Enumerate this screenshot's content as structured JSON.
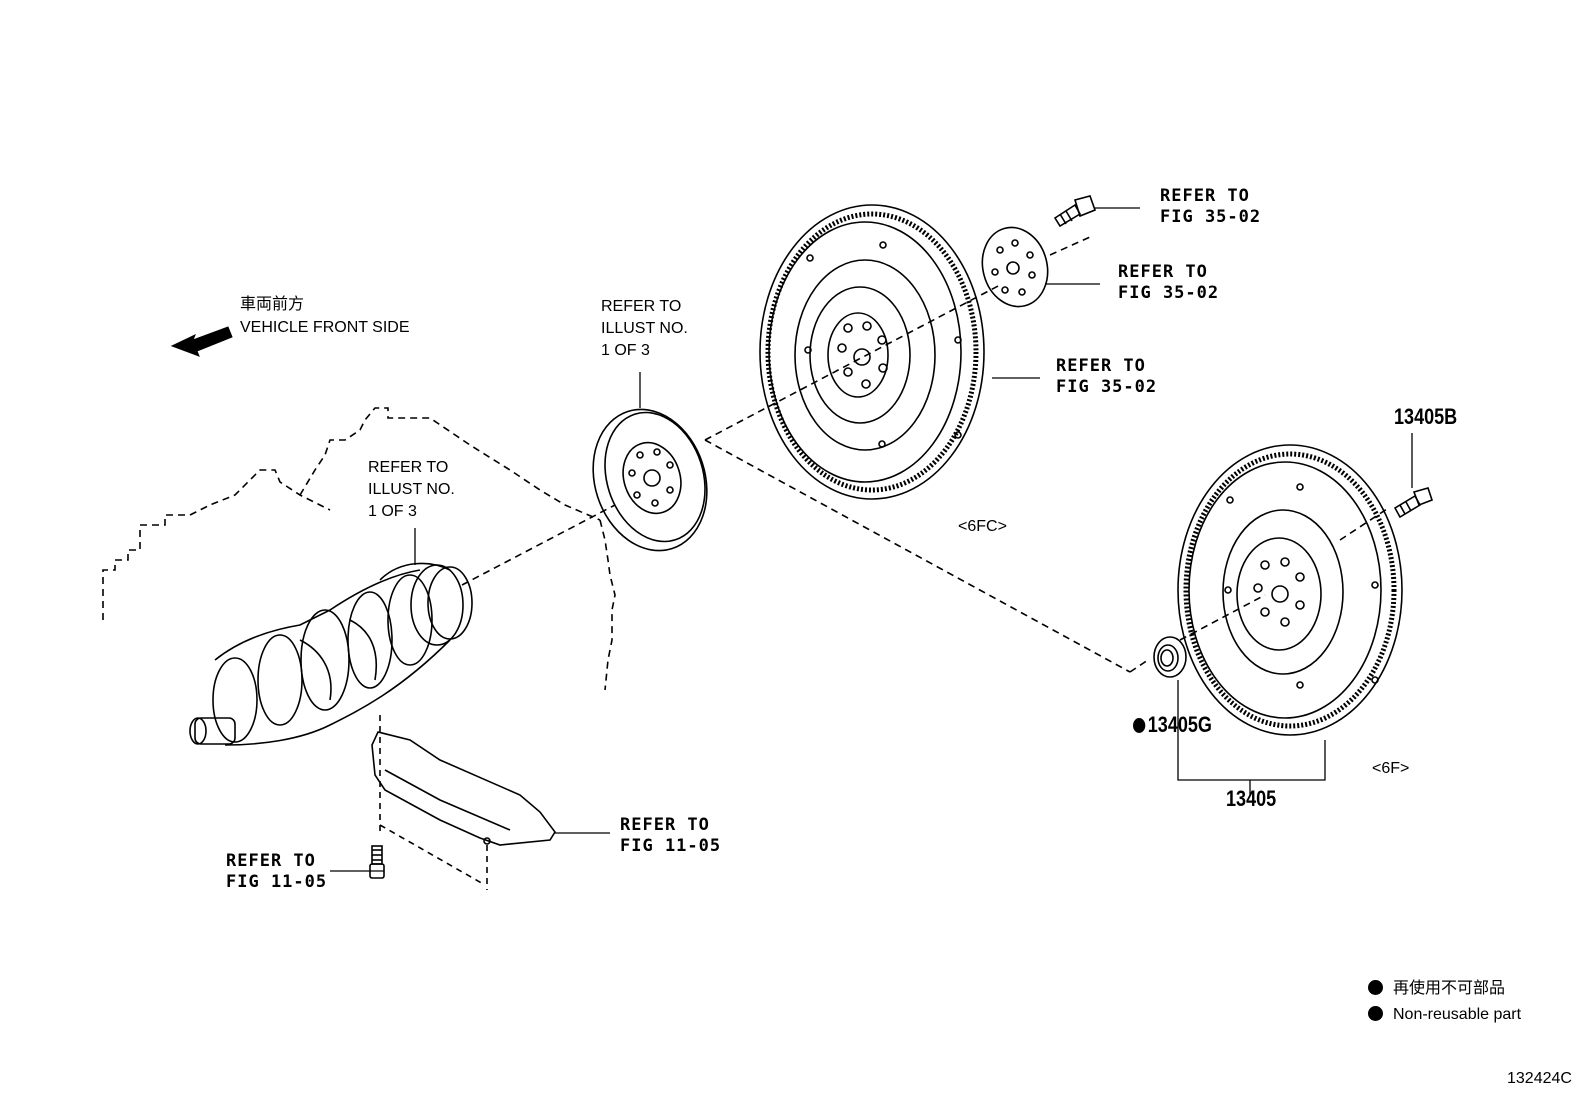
{
  "direction": {
    "jp": "車両前方",
    "en": "VEHICLE FRONT SIDE"
  },
  "callouts": {
    "illust_flexplate": [
      "REFER TO",
      "ILLUST NO.",
      "1 OF 3"
    ],
    "illust_crank": [
      "REFER TO",
      "ILLUST NO.",
      "1 OF 3"
    ],
    "fig_bolt_top": [
      "REFER TO",
      "FIG 35-02"
    ],
    "fig_plate": [
      "REFER TO",
      "FIG 35-02"
    ],
    "fig_driveplate": [
      "REFER TO",
      "FIG 35-02"
    ],
    "fig_cover": [
      "REFER TO",
      "FIG 11-05"
    ],
    "fig_cover_bolt": [
      "REFER TO",
      "FIG 11-05"
    ]
  },
  "variants": {
    "auto": "<6FC>",
    "manual": "<6F>"
  },
  "parts": {
    "bolt": "13405B",
    "bearing": "13405G",
    "flywheel": "13405"
  },
  "legend": {
    "jp": "再使用不可部品",
    "en": "Non-reusable part"
  },
  "diagram_id": "132424C"
}
